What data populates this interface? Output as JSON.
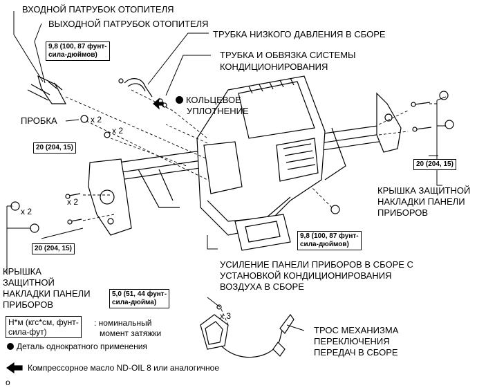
{
  "labels": {
    "heater_inlet": "ВХОДНОЙ ПАТРУБОК ОТОПИТЕЛЯ",
    "heater_outlet": "ВЫХОДНОЙ ПАТРУБОК ОТОПИТЕЛЯ",
    "low_pressure_tube": "ТРУБКА НИЗКОГО ДАВЛЕНИЯ В СБОРЕ",
    "ac_tube_1": "ТРУБКА И ОБВЯЗКА СИСТЕМЫ",
    "ac_tube_2": "КОНДИЦИОНИРОВАНИЯ",
    "o_ring_1": "КОЛЬЦЕВОЕ",
    "o_ring_2": "УПЛОТНЕНИЕ",
    "plug": "ПРОБКА",
    "cover_right_1": "КРЫШКА ЗАЩИТНОЙ",
    "cover_right_2": "НАКЛАДКИ ПАНЕЛИ",
    "cover_right_3": "ПРИБОРОВ",
    "cover_left_1": "КРЫШКА",
    "cover_left_2": "ЗАЩИТНОЙ",
    "cover_left_3": "НАКЛАДКИ ПАНЕЛИ",
    "cover_left_4": "ПРИБОРОВ",
    "reinforcement_1": "УСИЛЕНИЕ ПАНЕЛИ ПРИБОРОВ В СБОРЕ С",
    "reinforcement_2": "УСТАНОВКОЙ КОНДИЦИОНИРОВАНИЯ",
    "reinforcement_3": "ВОЗДУХА В СБОРЕ",
    "cable_1": "ТРОС МЕХАНИЗМА",
    "cable_2": "ПЕРЕКЛЮЧЕНИЯ",
    "cable_3": "ПЕРЕДАЧ В СБОРЕ"
  },
  "torques": {
    "t_9_8_top_1": "9,8 (100, 87 фунт-",
    "t_9_8_top_2": "сила-дюймов)",
    "t_20_left_top": "20 (204, 15)",
    "t_20_right": "20 (204, 15)",
    "t_20_left_bottom": "20 (204, 15)",
    "t_9_8_mid_1": "9,8 (100, 87 фунт-",
    "t_9_8_mid_2": "сила-дюймов)",
    "t_5_0_1": "5,0 (51, 44 фунт-",
    "t_5_0_2": "сила-дюйма)"
  },
  "multipliers": {
    "plug": "x 2",
    "bolt_top": "x 2",
    "bolt_left": "x 2",
    "cover_left": "x 2",
    "cable_bolts": "x 3"
  },
  "legend": {
    "torque_unit_1": "Н*м (кгс*см, фунт-",
    "torque_unit_2": "сила-фут)",
    "torque_desc_1": ": номинальный",
    "torque_desc_2": "момент затяжки",
    "non_reusable": "Деталь однократного применения",
    "compressor_oil": "Компрессорное масло ND-OIL 8 или аналогичное"
  },
  "footer_code": "o"
}
